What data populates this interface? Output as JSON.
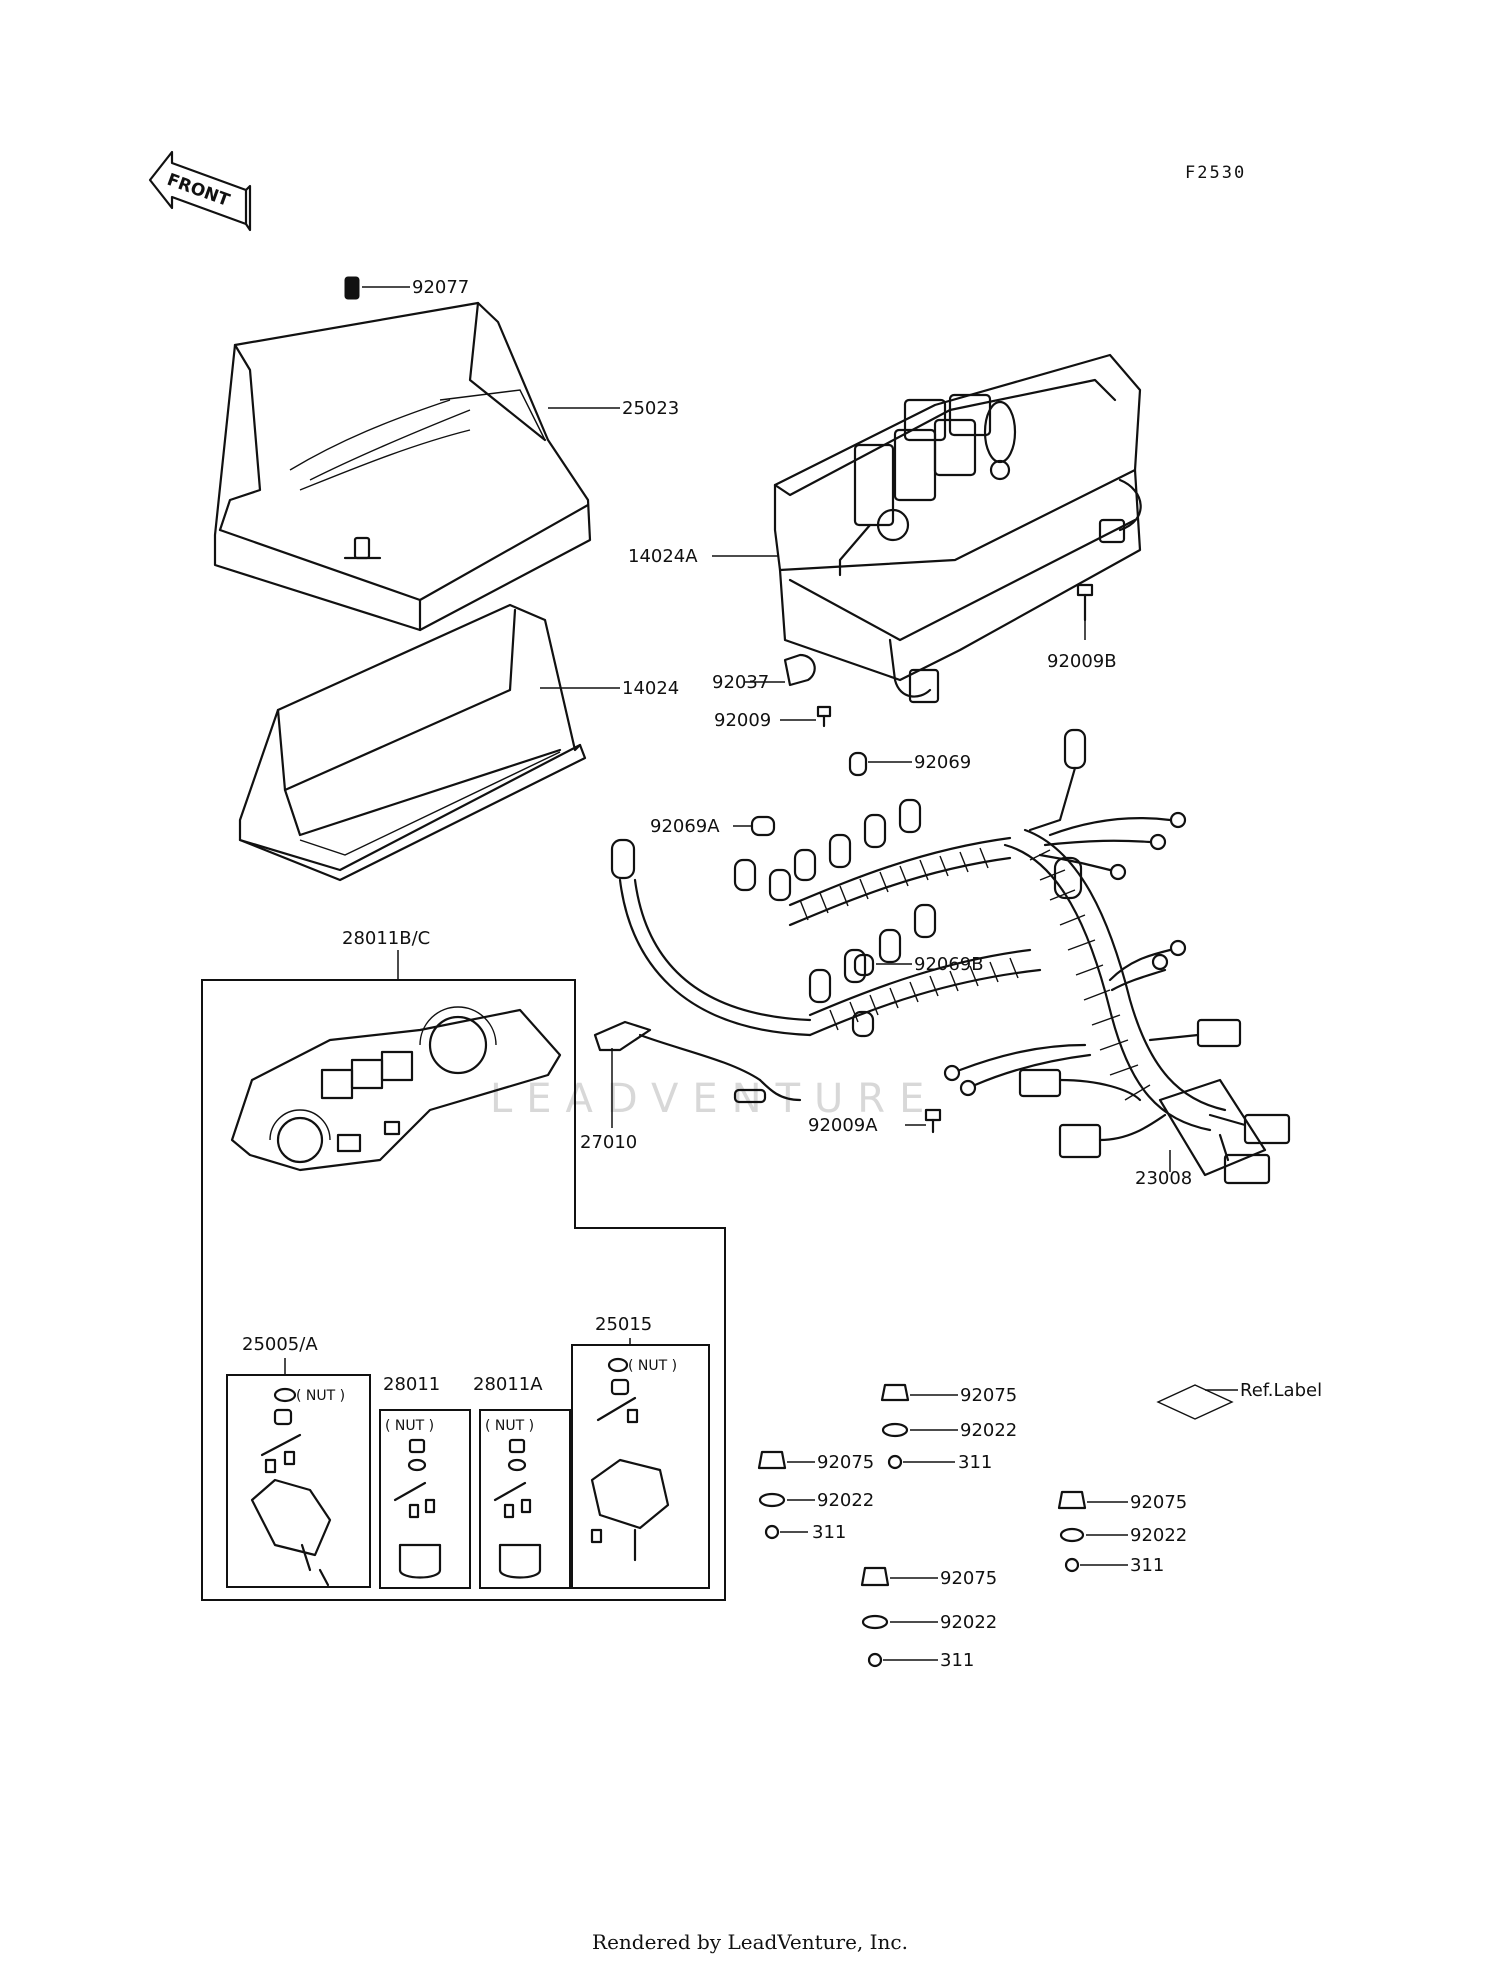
{
  "diagram_ref": "F2530",
  "front_label": "FRONT",
  "watermark": "LEADVENTURE",
  "footer": "Rendered by LeadVenture, Inc.",
  "parts": {
    "p92077": "92077",
    "p25023": "25023",
    "p14024A": "14024A",
    "p92009B": "92009B",
    "p92037": "92037",
    "p92009": "92009",
    "p14024": "14024",
    "p92069": "92069",
    "p92069A": "92069A",
    "p28011BC": "28011B/C",
    "p92069B": "92069B",
    "p27010": "27010",
    "p92009A": "92009A",
    "p23008": "23008",
    "p25005A": "25005/A",
    "p28011": "28011",
    "p28011A": "28011A",
    "p25015": "25015",
    "nut": "( NUT )",
    "ref_label": "Ref.Label"
  },
  "hardware_groups": [
    {
      "grommet": "92075",
      "washer": "92022",
      "nut": ""
    },
    {
      "grommet": "92075",
      "washer": "92022",
      "nut": "311"
    },
    {
      "grommet": "92075",
      "washer": "92022",
      "nut": "311"
    },
    {
      "grommet": "92075",
      "washer": "92022",
      "nut": "311"
    }
  ],
  "hardware_extra_nut": "311"
}
